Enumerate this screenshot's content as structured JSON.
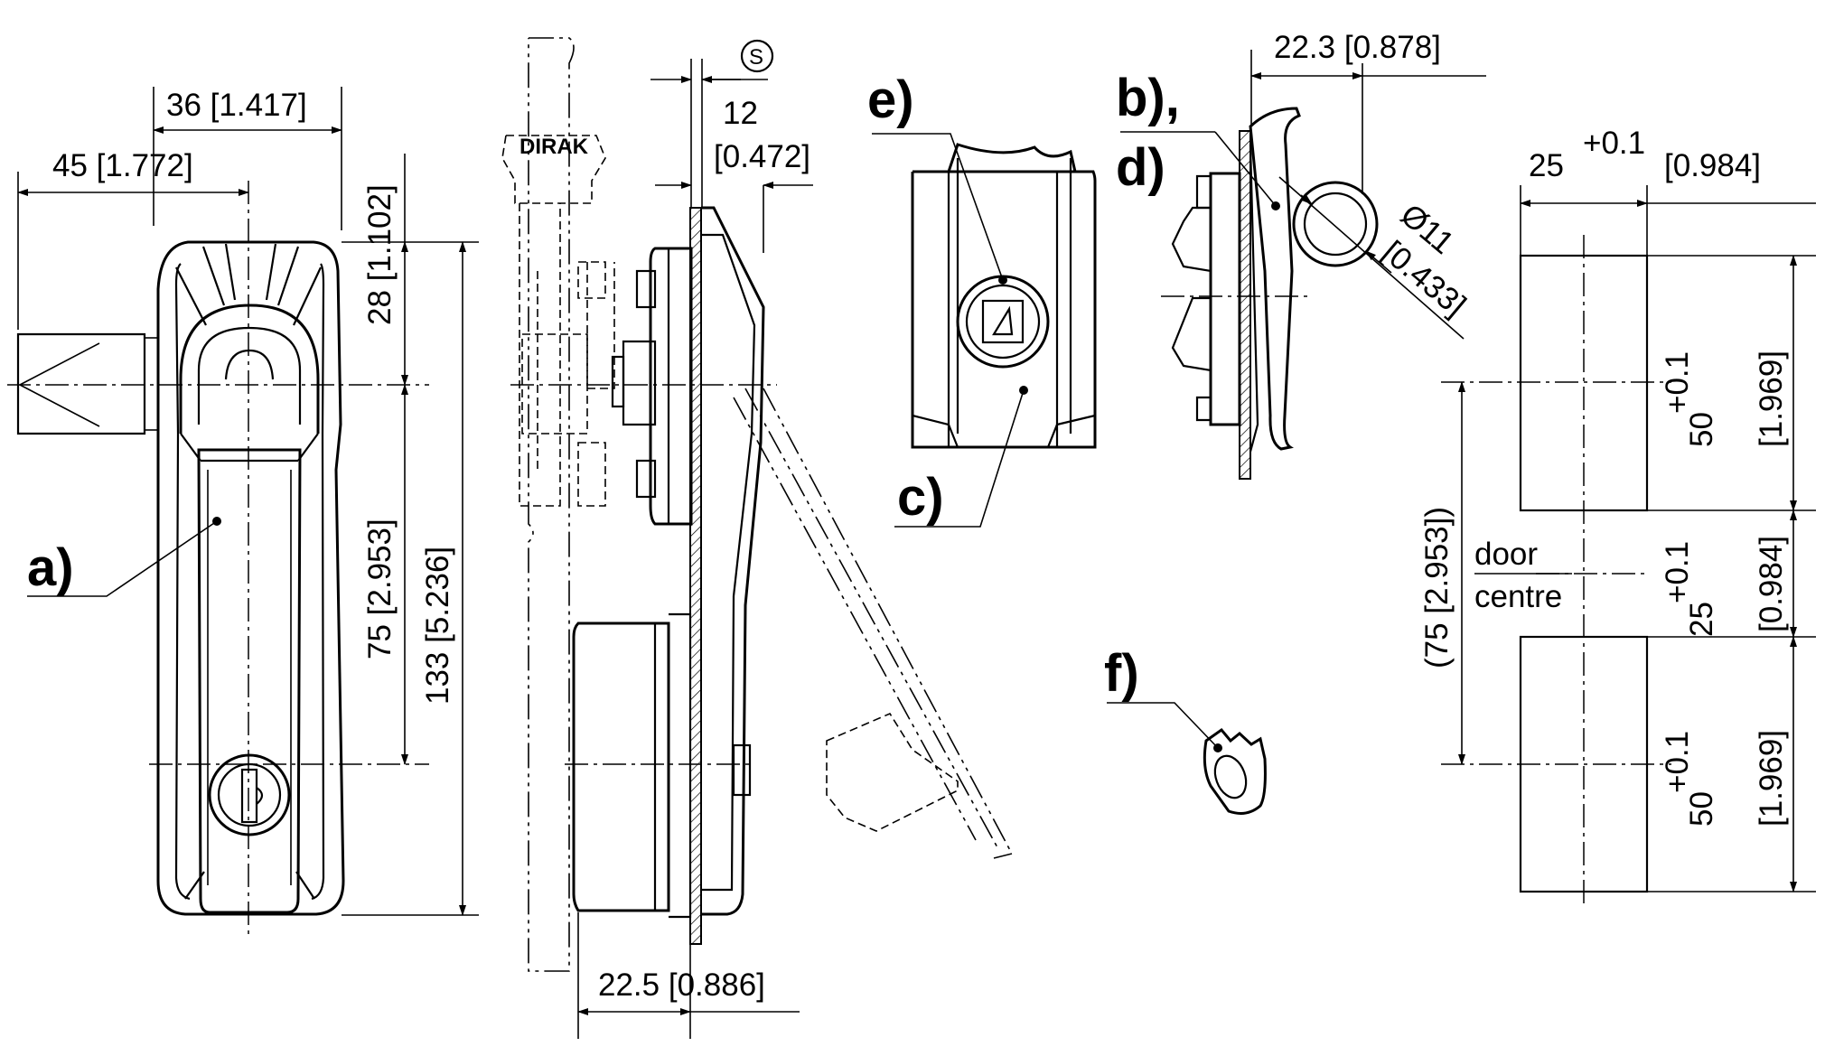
{
  "callouts": {
    "a": "a)",
    "b": "b),",
    "c": "c)",
    "d": "d)",
    "e": "e)",
    "f": "f)"
  },
  "front_view": {
    "dim_width_handle": "36 [1.417]",
    "dim_width_total": "45 [1.772]",
    "dim_top": "28 [1.102]",
    "dim_pitch": "75 [2.953]",
    "dim_height": "133 [5.236]"
  },
  "side_view": {
    "symbol": "S",
    "dim_panel_value": "12",
    "dim_panel_inch": "[0.472]",
    "dim_depth": "22.5 [0.886]"
  },
  "detail_view": {
    "dim_projection": "22.3 [0.878]",
    "dim_hole_value": "Ø11",
    "dim_hole_inch": "[0.433]"
  },
  "cutout": {
    "dim_width": "25",
    "dim_width_tol": "+0.1",
    "dim_width_inch": "[0.984]",
    "dim_upper_height": "50",
    "dim_upper_tol": "+0.1",
    "dim_upper_inch": "[1.969]",
    "dim_gap": "25",
    "dim_gap_tol": "+0.1",
    "dim_gap_inch": "[0.984]",
    "dim_lower_height": "50",
    "dim_lower_tol": "+0.1",
    "dim_lower_inch": "[1.969]",
    "dim_pitch": "(75 [2.953])",
    "door_label_1": "door",
    "door_label_2": "centre"
  }
}
